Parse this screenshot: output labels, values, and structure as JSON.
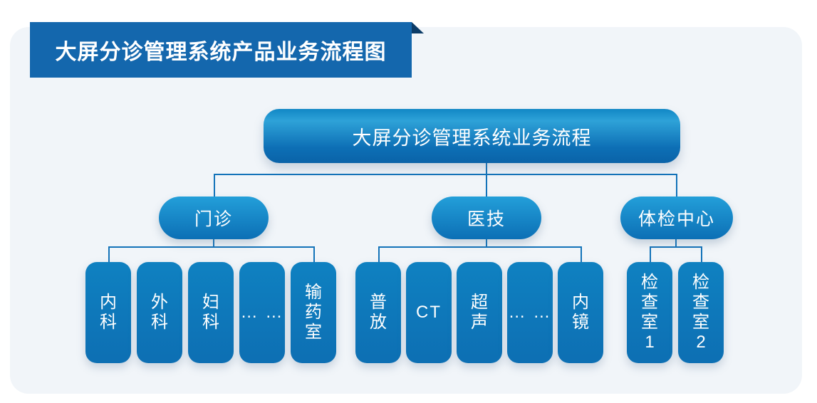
{
  "banner": {
    "title": "大屏分诊管理系统产品业务流程图"
  },
  "diagram": {
    "root": {
      "label": "大屏分诊管理系统业务流程"
    },
    "groups": [
      {
        "label": "门诊",
        "leaves": [
          {
            "label": "内科"
          },
          {
            "label": "外科"
          },
          {
            "label": "妇科"
          },
          {
            "label": "… …"
          },
          {
            "label": "输药室"
          }
        ]
      },
      {
        "label": "医技",
        "leaves": [
          {
            "label": "普放"
          },
          {
            "label": "CT"
          },
          {
            "label": "超声"
          },
          {
            "label": "… …"
          },
          {
            "label": "内镜"
          }
        ]
      },
      {
        "label": "体检中心",
        "leaves": [
          {
            "label": "检查室1"
          },
          {
            "label": "检查室2"
          }
        ]
      }
    ]
  },
  "colors": {
    "banner_blue": "#1467ad",
    "banner_fold_navy": "#0c3c68",
    "panel_background": "#f1f5f9",
    "node_gradient_top": "#2ea2d8",
    "node_gradient_bottom": "#0a63a8",
    "leaf_blue": "#0e78bc",
    "connector_blue": "#1373b9",
    "text_white": "#ffffff"
  }
}
